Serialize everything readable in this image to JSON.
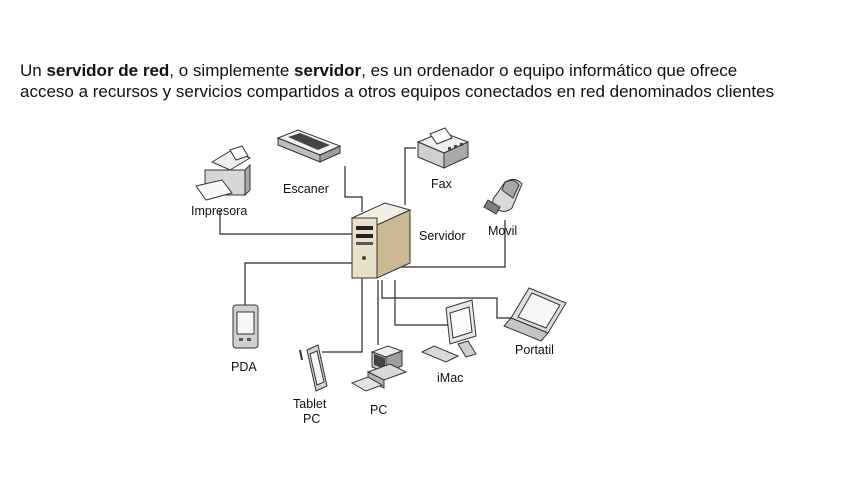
{
  "intro": {
    "part1": "Un ",
    "bold1": "servidor de red",
    "part2": ", o simplemente ",
    "bold2": "servidor",
    "part3": ", es un ordenador o equipo informático que ofrece",
    "line2": "acceso a recursos y servicios compartidos a otros equipos conectados en red denominados clientes"
  },
  "diagram": {
    "server": "Servidor",
    "printer": "Impresora",
    "scanner": "Escaner",
    "fax": "Fax",
    "mobile": "Movil",
    "pda": "PDA",
    "tablet_line1": "Tablet",
    "tablet_line2": "PC",
    "pc": "PC",
    "imac": "iMac",
    "laptop": "Portatil"
  },
  "colors": {
    "line": "#2a2a2a",
    "server_body": "#e8dcc4",
    "device_gray": "#c8c8c8"
  }
}
